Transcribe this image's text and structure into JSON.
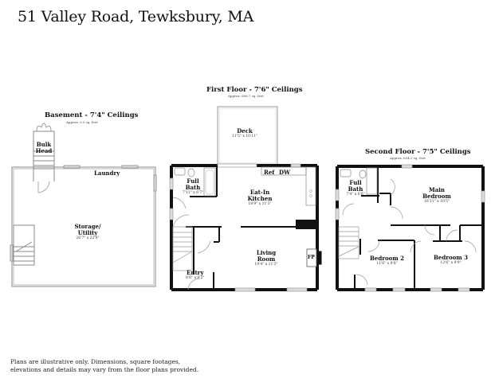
{
  "header": {
    "title": "51 Valley Road, Tewksbury, MA"
  },
  "floors": {
    "basement": {
      "title": "Basement - 7'4\" Ceilings",
      "area": "Approx. 0.0 sq. feet",
      "rooms": {
        "bulkhead": {
          "label": "Bulk Head"
        },
        "laundry": {
          "label": "Laundry"
        },
        "storage": {
          "label": "Storage/ Utility",
          "dims": "26'7\" x 22'4\""
        }
      }
    },
    "first": {
      "title": "First Floor - 7'6\" Ceilings",
      "area": "Approx. 606.7 sq. feet",
      "rooms": {
        "deck": {
          "label": "Deck",
          "dims": "11'5\" x 10'11\""
        },
        "full_bath": {
          "label": "Full Bath",
          "dims": "7'11\" x 6'7\""
        },
        "kitchen": {
          "label": "Eat-In Kitchen",
          "dims": "18'9\" x 11'3\""
        },
        "living": {
          "label": "Living Room",
          "dims": "19'4\" x 11'3\""
        },
        "entry": {
          "label": "Entry",
          "dims": "8'6\" x 9'2\""
        },
        "ref": {
          "label": "Ref"
        },
        "dw": {
          "label": "DW"
        },
        "fp": {
          "label": "FP"
        }
      }
    },
    "second": {
      "title": "Second Floor - 7'5\" Ceilings",
      "area": "Approx. 634.2 sq. feet",
      "rooms": {
        "full_bath": {
          "label": "Full Bath",
          "dims": "7'4\" x 6'6\""
        },
        "main_bedroom": {
          "label": "Main Bedroom",
          "dims": "16'11\" x 10'5\""
        },
        "bedroom2": {
          "label": "Bedroom 2",
          "dims": "11'6\" x 9'8\""
        },
        "bedroom3": {
          "label": "Bedroom 3",
          "dims": "12'6\" x 9'9\""
        }
      }
    }
  },
  "footer": {
    "line1": "Plans are illustrative only. Dimensions, square footages,",
    "line2": "elevations and details may vary from the floor plans provided."
  },
  "colors": {
    "wall": "#111111",
    "light_wall": "#999999",
    "background": "#ffffff"
  }
}
